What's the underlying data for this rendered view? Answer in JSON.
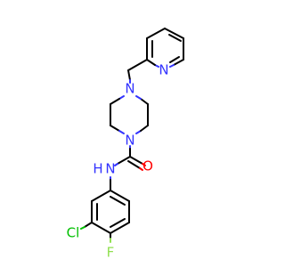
{
  "labels": {
    "n_pyridine": "N",
    "n_piperazine_top": "N",
    "n_piperazine_bottom": "N",
    "o_carbonyl": "O",
    "nh_amide": "N",
    "h_amide": "H",
    "cl": "Cl",
    "f": "F"
  },
  "colors": {
    "bond": "#000000",
    "nitrogen": "#3333ff",
    "oxygen": "#ff0000",
    "chlorine": "#00c000",
    "fluorine": "#90e050"
  }
}
